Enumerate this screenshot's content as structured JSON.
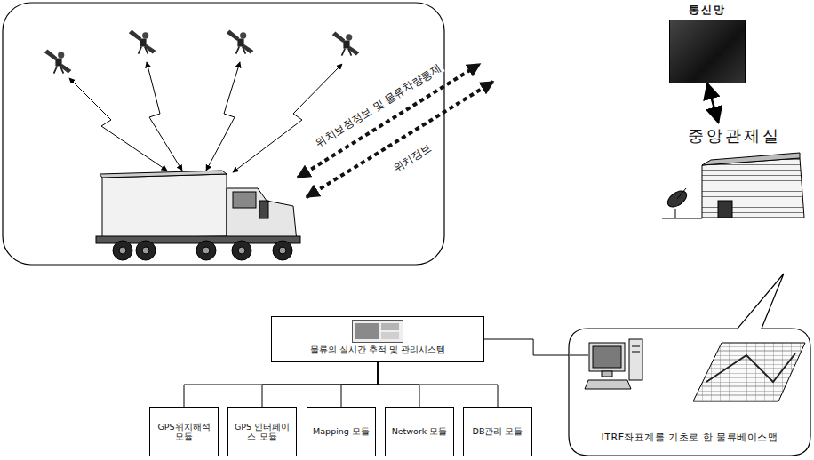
{
  "diagram": {
    "nodes": [
      {
        "text": [
          "통신망"
        ]
      },
      {
        "text": [
          "중앙관제실"
        ]
      },
      {
        "text": [
          "물류의 실시간 추적 및 관리시스템"
        ]
      },
      {
        "text": [
          "GPS위치해석 모듈"
        ]
      },
      {
        "text": [
          "GPS 인터페이스 모듈"
        ]
      },
      {
        "text": [
          "Mapping 모듈"
        ]
      },
      {
        "text": [
          "Network 모듈"
        ]
      },
      {
        "text": [
          "DB관리 모듈"
        ]
      },
      {
        "text": [
          "ITRF좌표계를 기초로 한 물류베이스맵"
        ]
      }
    ],
    "edges": [
      {
        "from": 0,
        "to": 1,
        "arrow": "both"
      },
      {
        "from": 2,
        "to": 3,
        "arrow": "none"
      },
      {
        "from": 2,
        "to": 4,
        "arrow": "none"
      },
      {
        "from": 2,
        "to": 5,
        "arrow": "none"
      },
      {
        "from": 2,
        "to": 6,
        "arrow": "none"
      },
      {
        "from": 2,
        "to": 7,
        "arrow": "none"
      },
      {
        "from": 2,
        "to": 8,
        "arrow": "none"
      }
    ],
    "labels": [
      "위치보정정보 및 물류차량통제",
      "위치정보"
    ]
  }
}
